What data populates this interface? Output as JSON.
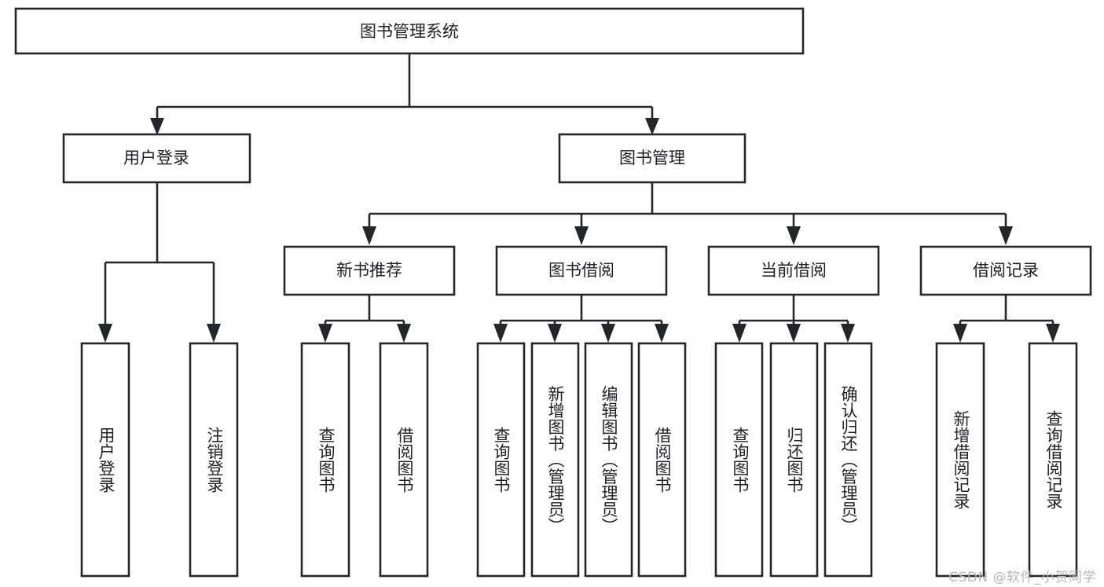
{
  "diagram": {
    "type": "tree-hierarchy",
    "title": "图书管理系统",
    "watermark": "CSDN @软件_小贺同学",
    "colors": {
      "stroke": "#23262b",
      "fill": "#ffffff",
      "text": "#1d2024",
      "watermark": "#b8b9bb",
      "background": "#ffffff"
    },
    "root": {
      "label": "图书管理系统",
      "orientation": "horizontal"
    },
    "level2": [
      {
        "label": "用户登录",
        "orientation": "horizontal"
      },
      {
        "label": "图书管理",
        "orientation": "horizontal"
      }
    ],
    "level3": [
      {
        "label": "新书推荐",
        "orientation": "horizontal",
        "parent": "图书管理"
      },
      {
        "label": "图书借阅",
        "orientation": "horizontal",
        "parent": "图书管理"
      },
      {
        "label": "当前借阅",
        "orientation": "horizontal",
        "parent": "图书管理"
      },
      {
        "label": "借阅记录",
        "orientation": "horizontal",
        "parent": "图书管理"
      }
    ],
    "leaves": {
      "user_login": [
        {
          "label": "用户登录",
          "orientation": "vertical"
        },
        {
          "label": "注销登录",
          "orientation": "vertical"
        }
      ],
      "new_book_recommend": [
        {
          "label": "查询图书",
          "orientation": "vertical"
        },
        {
          "label": "借阅图书",
          "orientation": "vertical"
        }
      ],
      "book_borrow": [
        {
          "label": "查询图书",
          "orientation": "vertical"
        },
        {
          "label": "新增图书（管理员）",
          "orientation": "vertical"
        },
        {
          "label": "编辑图书（管理员）",
          "orientation": "vertical"
        },
        {
          "label": "借阅图书",
          "orientation": "vertical"
        }
      ],
      "current_borrow": [
        {
          "label": "查询图书",
          "orientation": "vertical"
        },
        {
          "label": "归还图书",
          "orientation": "vertical"
        },
        {
          "label": "确认归还（管理员）",
          "orientation": "vertical"
        }
      ],
      "borrow_record": [
        {
          "label": "新增借阅记录",
          "orientation": "vertical"
        },
        {
          "label": "查询借阅记录",
          "orientation": "vertical"
        }
      ]
    }
  }
}
